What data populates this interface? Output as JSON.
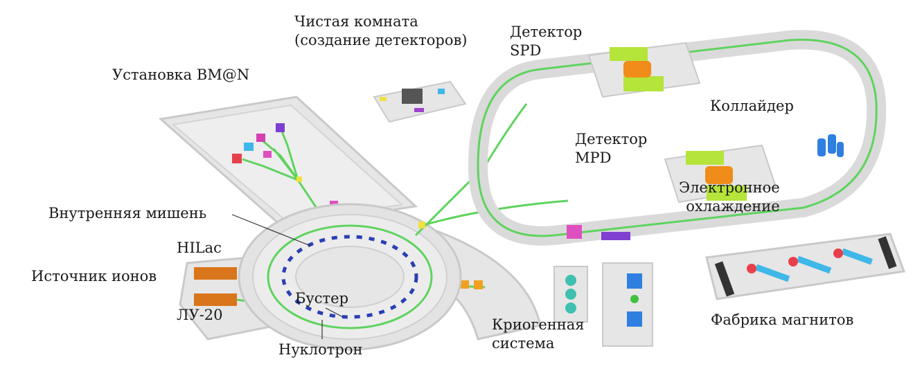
{
  "title": "Комплекс NICA",
  "colors": {
    "beamline": "#5fd35f",
    "platform": "#e6e6e6",
    "platform_edge": "#c9c9c9",
    "detector_yellow": "#b5e43a",
    "detector_orange": "#f08c1a",
    "magnet_blue": "#2a3fb5",
    "cooling_blue": "#2f7fe0"
  },
  "labels": {
    "clean_room": [
      "Чистая комната",
      "(создание детекторов)"
    ],
    "bmn": "Установка BM@N",
    "spd": [
      "Детектор",
      "SPD"
    ],
    "collider": "Коллайдер",
    "mpd": [
      "Детектор",
      "MPD"
    ],
    "electron_cooling": [
      "Электронное",
      "охлаждение"
    ],
    "internal_target": "Внутренняя мишень",
    "hilac": "HILac",
    "ion_source": "Источник ионов",
    "booster": "Бустер",
    "lu20": "ЛУ-20",
    "nuclotron": "Нуклотрон",
    "cryogenic": [
      "Криогенная",
      "система"
    ],
    "magnet_factory": "Фабрика магнитов"
  }
}
